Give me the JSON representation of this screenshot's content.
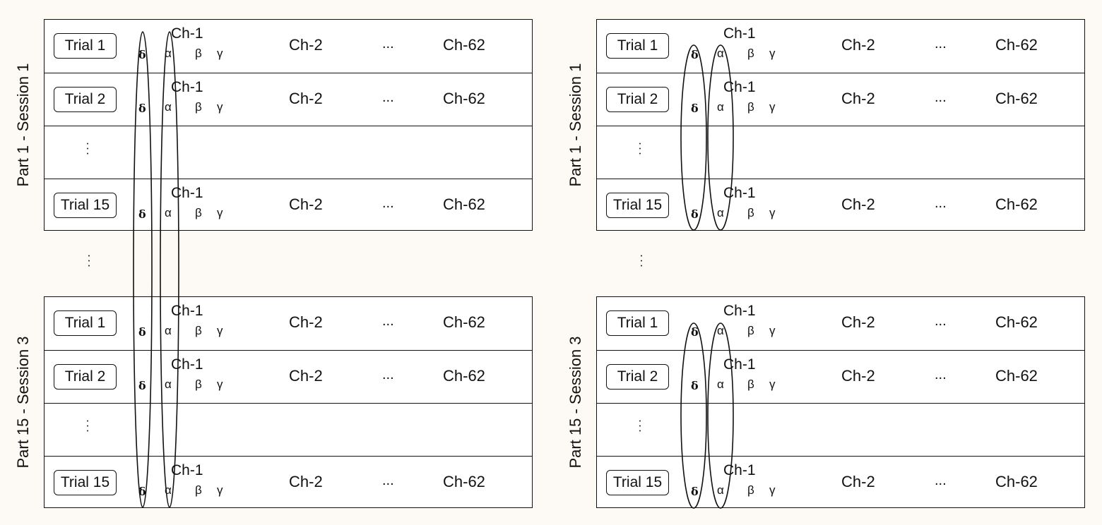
{
  "figure": {
    "panels": [
      {
        "id": "left",
        "grouping": "across-all-sessions",
        "blocks": [
          {
            "label": "Part 1 - Session 1",
            "rows": [
              {
                "trial": "Trial 1",
                "ch1": "Ch-1",
                "bands": [
                  "δ",
                  "α",
                  "β",
                  "γ"
                ],
                "ch2": "Ch-2",
                "ellipsis": "...",
                "ch62": "Ch-62"
              },
              {
                "trial": "Trial 2",
                "ch1": "Ch-1",
                "bands": [
                  "δ",
                  "α",
                  "β",
                  "γ"
                ],
                "ch2": "Ch-2",
                "ellipsis": "...",
                "ch62": "Ch-62"
              },
              {
                "vdots": "⋮"
              },
              {
                "trial": "Trial 15",
                "ch1": "Ch-1",
                "bands": [
                  "δ",
                  "α",
                  "β",
                  "γ"
                ],
                "ch2": "Ch-2",
                "ellipsis": "...",
                "ch62": "Ch-62"
              }
            ]
          },
          {
            "label": "Part 15 - Session 3",
            "rows": [
              {
                "trial": "Trial 1",
                "ch1": "Ch-1",
                "bands": [
                  "δ",
                  "α",
                  "β",
                  "γ"
                ],
                "ch2": "Ch-2",
                "ellipsis": "...",
                "ch62": "Ch-62"
              },
              {
                "trial": "Trial 2",
                "ch1": "Ch-1",
                "bands": [
                  "δ",
                  "α",
                  "β",
                  "γ"
                ],
                "ch2": "Ch-2",
                "ellipsis": "...",
                "ch62": "Ch-62"
              },
              {
                "vdots": "⋮"
              },
              {
                "trial": "Trial 15",
                "ch1": "Ch-1",
                "bands": [
                  "δ",
                  "α",
                  "β",
                  "γ"
                ],
                "ch2": "Ch-2",
                "ellipsis": "...",
                "ch62": "Ch-62"
              }
            ]
          }
        ],
        "between_dots": "⋮"
      },
      {
        "id": "right",
        "grouping": "per-session",
        "blocks": [
          {
            "label": "Part 1 - Session 1",
            "rows": [
              {
                "trial": "Trial 1",
                "ch1": "Ch-1",
                "bands": [
                  "δ",
                  "α",
                  "β",
                  "γ"
                ],
                "ch2": "Ch-2",
                "ellipsis": "...",
                "ch62": "Ch-62"
              },
              {
                "trial": "Trial 2",
                "ch1": "Ch-1",
                "bands": [
                  "δ",
                  "α",
                  "β",
                  "γ"
                ],
                "ch2": "Ch-2",
                "ellipsis": "...",
                "ch62": "Ch-62"
              },
              {
                "vdots": "⋮"
              },
              {
                "trial": "Trial 15",
                "ch1": "Ch-1",
                "bands": [
                  "δ",
                  "α",
                  "β",
                  "γ"
                ],
                "ch2": "Ch-2",
                "ellipsis": "...",
                "ch62": "Ch-62"
              }
            ]
          },
          {
            "label": "Part 15 - Session 3",
            "rows": [
              {
                "trial": "Trial 1",
                "ch1": "Ch-1",
                "bands": [
                  "δ",
                  "α",
                  "β",
                  "γ"
                ],
                "ch2": "Ch-2",
                "ellipsis": "...",
                "ch62": "Ch-62"
              },
              {
                "trial": "Trial 2",
                "ch1": "Ch-1",
                "bands": [
                  "δ",
                  "α",
                  "β",
                  "γ"
                ],
                "ch2": "Ch-2",
                "ellipsis": "...",
                "ch62": "Ch-62"
              },
              {
                "vdots": "⋮"
              },
              {
                "trial": "Trial 15",
                "ch1": "Ch-1",
                "bands": [
                  "δ",
                  "α",
                  "β",
                  "γ"
                ],
                "ch2": "Ch-2",
                "ellipsis": "...",
                "ch62": "Ch-62"
              }
            ]
          }
        ],
        "between_dots": "⋮"
      }
    ],
    "colors": {
      "background": "#fdfaf5",
      "block_fill": "#ffffff",
      "stroke": "#111111"
    }
  }
}
